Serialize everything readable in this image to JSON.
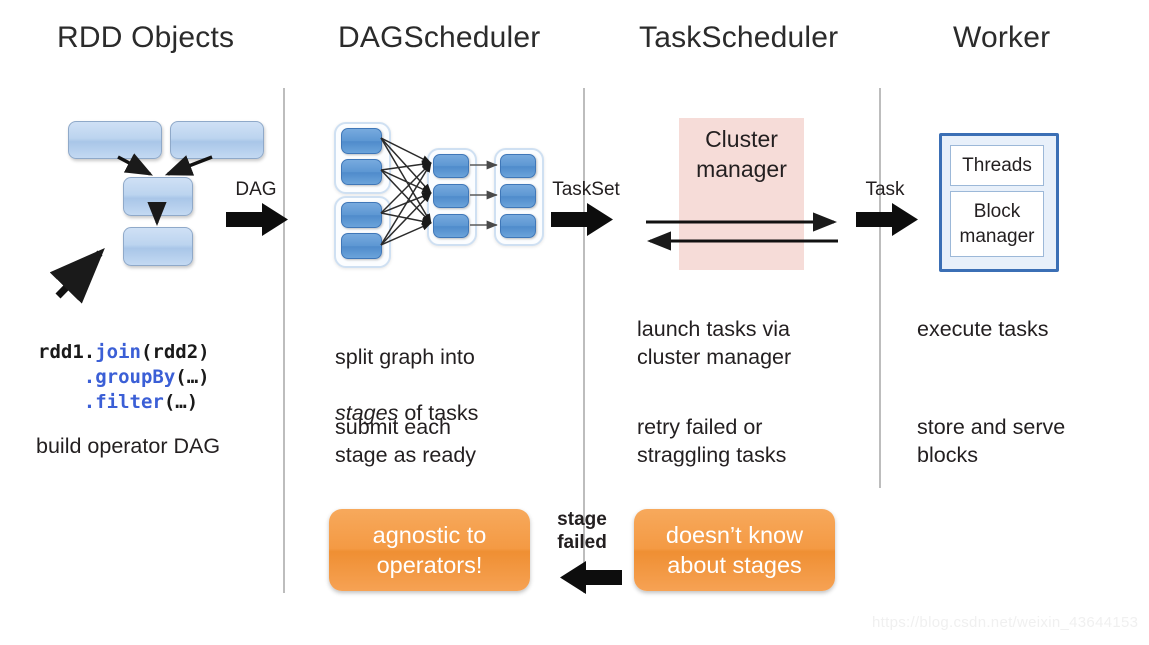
{
  "columns": [
    {
      "title": "RDD Objects"
    },
    {
      "title": "DAGScheduler"
    },
    {
      "title": "TaskScheduler"
    },
    {
      "title": "Worker"
    }
  ],
  "code": {
    "line1_pre": "rdd1.",
    "line1_method": "join",
    "line1_post": "(rdd2)",
    "line2_method": ".groupBy",
    "line2_post": "(…)",
    "line3_method": ".filter",
    "line3_post": "(…)"
  },
  "notes": {
    "rdd_build": "build operator DAG",
    "dag_split": "split graph into",
    "dag_split_italic": "stages",
    "dag_split_tail": " of tasks",
    "dag_submit": "submit each\nstage as ready",
    "task_launch": "launch tasks via\ncluster manager",
    "task_retry": "retry failed or\nstraggling tasks",
    "worker_execute": "execute tasks",
    "worker_store": "store and serve\nblocks"
  },
  "flow_labels": {
    "dag": "DAG",
    "taskset": "TaskSet",
    "task": "Task",
    "stage_failed": "stage\nfailed"
  },
  "cluster": {
    "label": "Cluster\nmanager",
    "color": "#f6dcd8"
  },
  "worker": {
    "threads": "Threads",
    "block_manager": "Block\nmanager",
    "border_color": "#3b6fb5"
  },
  "callouts": [
    {
      "text": "agnostic to\noperators!",
      "color": "#f49a44"
    },
    {
      "text": "doesn’t know\nabout stages",
      "color": "#f49a44"
    }
  ],
  "watermark": "https://blog.csdn.net/weixin_43644153"
}
